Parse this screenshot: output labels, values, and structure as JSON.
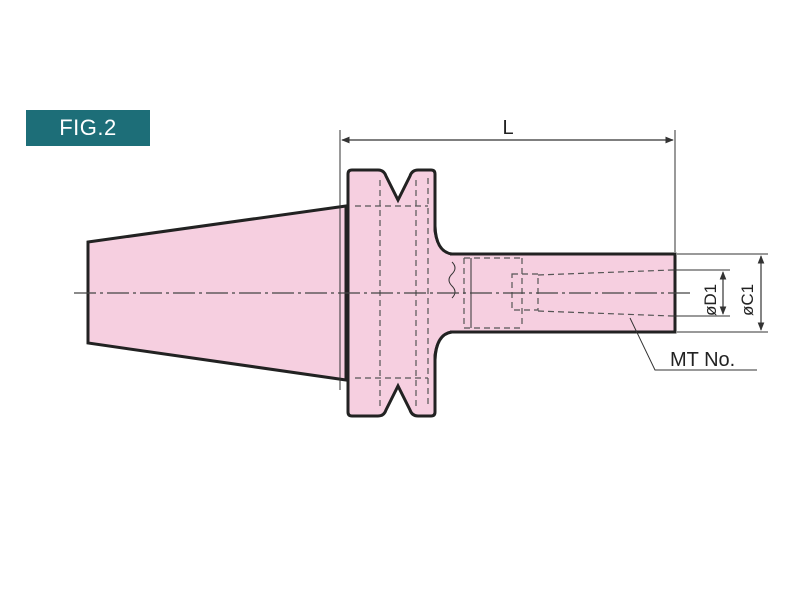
{
  "figure": {
    "label": "FIG.2",
    "badge_color": "#1d6e78"
  },
  "drawing": {
    "body_fill": "#f6cfe0",
    "outline_color": "#222222",
    "labels": {
      "length": "L",
      "d1": "øD1",
      "c1": "øC1",
      "taper": "MT No."
    }
  }
}
